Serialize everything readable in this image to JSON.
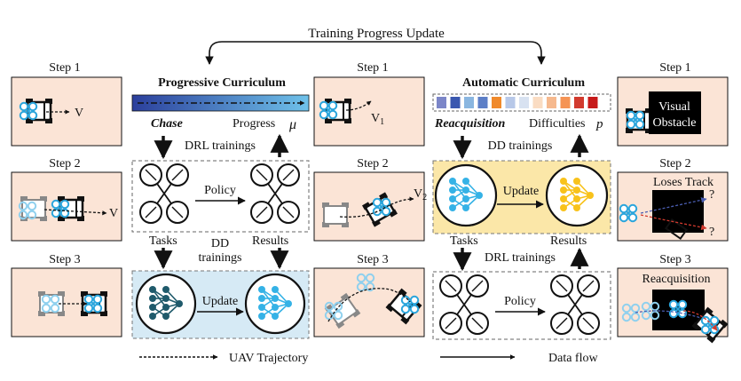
{
  "top_label": "Training Progress Update",
  "progressive": {
    "title": "Progressive Curriculum",
    "chase": "Chase",
    "progress": "Progress",
    "mu": "μ",
    "drl_trainings": "DRL trainings",
    "policy": "Policy",
    "tasks": "Tasks",
    "dd_trainings_1": "DD",
    "dd_trainings_2": "trainings",
    "results": "Results",
    "update": "Update",
    "bar_colors": [
      "#2b3f9c",
      "#6fc2ea"
    ]
  },
  "automatic": {
    "title": "Automatic Curriculum",
    "reacquisition": "Reacquisition",
    "difficulties": "Difficulties",
    "p": "p",
    "dd_trainings": "DD trainings",
    "update": "Update",
    "tasks": "Tasks",
    "results": "Results",
    "drl_trainings": "DRL trainings",
    "policy": "Policy",
    "palette": [
      "#7c86c8",
      "#3a58b0",
      "#8ab6e0",
      "#5d7fc7",
      "#f08a2c",
      "#b7c8e8",
      "#d8e2f1",
      "#fadcc2",
      "#f6b98e",
      "#f59455",
      "#d23a2e",
      "#c71a1a"
    ]
  },
  "steps": {
    "col1": [
      "Step 1",
      "Step 2",
      "Step 3"
    ],
    "col3": [
      "Step 1",
      "Step 2",
      "Step 3"
    ],
    "col5": [
      "Step 1",
      "Step 2",
      "Step 3"
    ]
  },
  "scene_labels": {
    "v": "V",
    "v1": "V",
    "v1_sub": "1",
    "v2": "V",
    "v2_sub": "2",
    "visual_obstacle_1": "Visual",
    "visual_obstacle_2": "Obstacle",
    "loses_track": "Loses Track",
    "question": "?",
    "reacquisition_title": "Reacquisition"
  },
  "legend": {
    "trajectory": "UAV Trajectory",
    "data_flow": "Data flow"
  },
  "colors": {
    "panel_bg": "#fbe4d6",
    "blue_box": "#d6eaf5",
    "yellow_box": "#fbe7a8",
    "dark_net": "#1f5a6b",
    "light_net": "#35b2e6",
    "yellow_net": "#f8c21b"
  }
}
